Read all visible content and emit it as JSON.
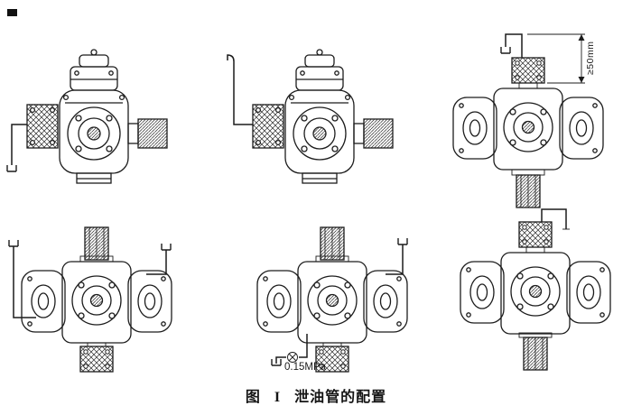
{
  "colors": {
    "ink": "#1c1c1c",
    "paper": "#ffffff"
  },
  "figure": {
    "caption": {
      "prefix": "图",
      "number": "I",
      "title": "泄油管的配置"
    },
    "annotations": {
      "min_height": "≥50mm",
      "valve_pressure": "0.15MPa"
    }
  }
}
